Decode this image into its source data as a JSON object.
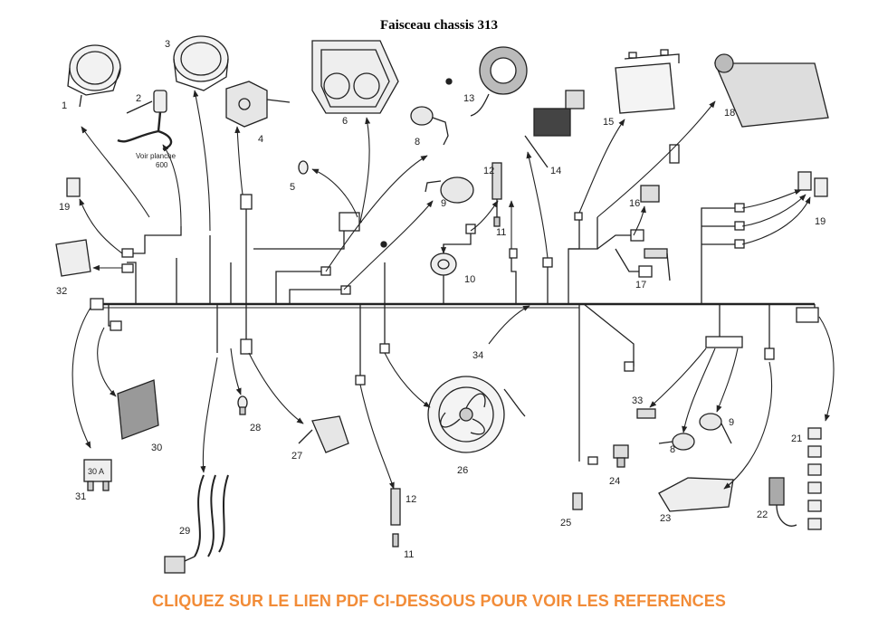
{
  "title": "Faisceau chassis 313",
  "note_text_1": "Voir planche",
  "note_text_2": "600",
  "fuse_label": "30 A",
  "cta_text": "CLIQUEZ SUR LE LIEN PDF CI-DESSOUS POUR VOIR LES REFERENCES",
  "colors": {
    "cta": "#f28c38",
    "ink": "#222222"
  },
  "callouts": [
    "1",
    "2",
    "3",
    "4",
    "5",
    "6",
    "8",
    "9",
    "10",
    "11",
    "12",
    "13",
    "14",
    "15",
    "16",
    "17",
    "18",
    "19",
    "21",
    "22",
    "23",
    "24",
    "25",
    "26",
    "27",
    "28",
    "29",
    "30",
    "31",
    "32",
    "33",
    "34"
  ]
}
